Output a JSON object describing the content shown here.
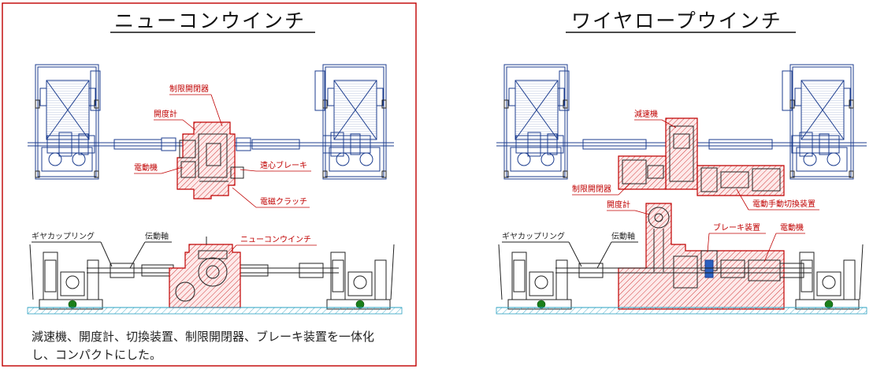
{
  "left_panel": {
    "title": "ニューコンウインチ",
    "labels": {
      "limit_switch": "制限開閉器",
      "opening_meter": "開度計",
      "motor": "電動機",
      "centrifugal_brake": "遠心ブレーキ",
      "magnetic_clutch": "電磁クラッチ",
      "gear_coupling": "ギヤカップリング",
      "drive_shaft": "伝動軸",
      "newcon_winch": "ニューコンウインチ"
    },
    "note_line1": "減速機、開度計、切換装置、制限開閉器、ブレーキ装置を一体化",
    "note_line2": "し、コンパクトにした。"
  },
  "right_panel": {
    "title": "ワイヤロープウインチ",
    "labels": {
      "reducer": "減速機",
      "limit_switch": "制限開閉器",
      "manual_switch": "電動手動切換装置",
      "opening_meter": "開度計",
      "brake_device": "ブレーキ装置",
      "motor": "電動機",
      "gear_coupling": "ギヤカップリング",
      "drive_shaft": "伝動軸"
    }
  },
  "colors": {
    "frame_border": "#c00000",
    "highlight": "#c00000",
    "drawing": "#1c3d8f",
    "foundation": "#2aa0c0"
  }
}
